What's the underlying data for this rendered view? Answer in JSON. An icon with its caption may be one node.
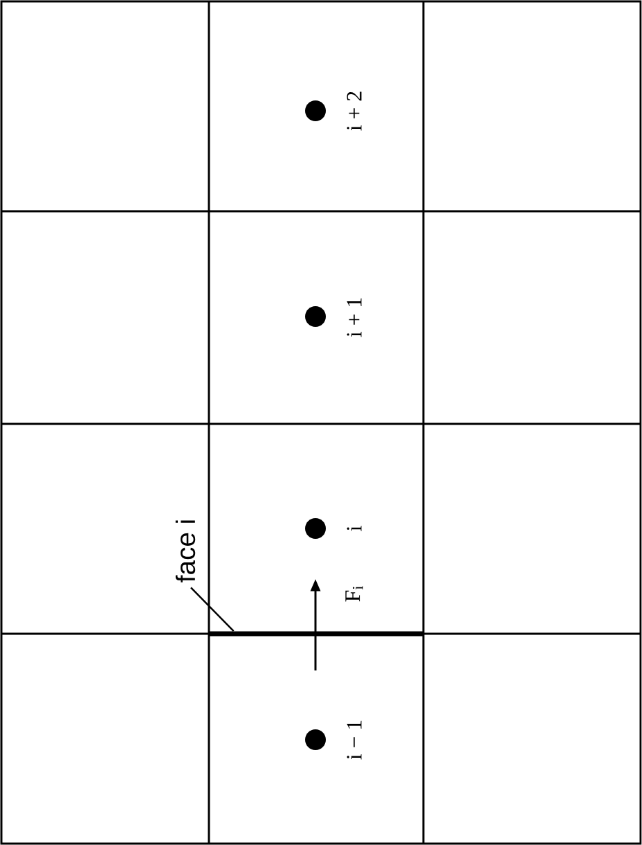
{
  "diagram": {
    "nodes": [
      {
        "text": [
          "face i"
        ]
      },
      {
        "text": [],
        "shape": "bar"
      }
    ],
    "edges": [
      {
        "from": 0,
        "to": 1,
        "arrow": "none"
      }
    ],
    "labels": [
      "i + 2",
      "i + 1",
      "i",
      "F$_{i}$",
      "i − 1"
    ]
  }
}
